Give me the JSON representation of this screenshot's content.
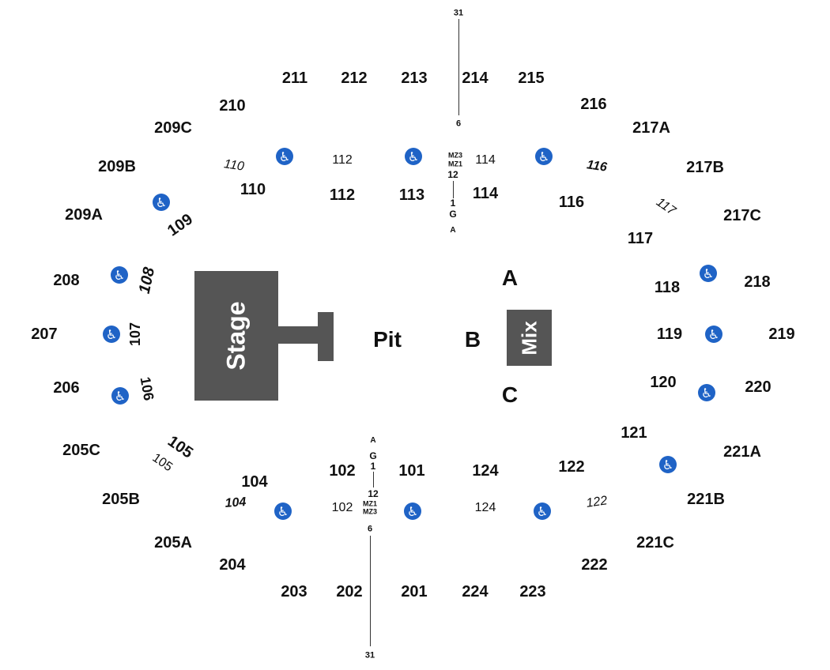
{
  "stage": {
    "label": "Stage"
  },
  "pit": {
    "label": "Pit"
  },
  "mix": {
    "label": "Mix"
  },
  "floor": {
    "a": "A",
    "b": "B",
    "c": "C"
  },
  "top_marker": {
    "top": "31",
    "six": "6",
    "mz3": "MZ3",
    "mz1": "MZ1",
    "twelve": "12",
    "one": "1",
    "g": "G",
    "a": "A"
  },
  "bottom_marker": {
    "a": "A",
    "g": "G",
    "one": "1",
    "twelve": "12",
    "mz1": "MZ1",
    "mz3": "MZ3",
    "six": "6",
    "bottom": "31"
  },
  "sections_upper": {
    "s211": "211",
    "s212": "212",
    "s213": "213",
    "s214": "214",
    "s215": "215",
    "s216": "216",
    "s210": "210",
    "s209c": "209C",
    "s209b": "209B",
    "s209a": "209A",
    "s217a": "217A",
    "s217b": "217B",
    "s217c": "217C",
    "s208": "208",
    "s207": "207",
    "s206": "206",
    "s218": "218",
    "s219": "219",
    "s220": "220",
    "s205c": "205C",
    "s205b": "205B",
    "s205a": "205A",
    "s204": "204",
    "s203": "203",
    "s202": "202",
    "s201": "201",
    "s224": "224",
    "s223": "223",
    "s222": "222",
    "s221c": "221C",
    "s221b": "221B",
    "s221a": "221A"
  },
  "sections_lower": {
    "s110": "110",
    "s110i": "110",
    "s112": "112",
    "s112i": "112",
    "s113": "113",
    "s114": "114",
    "s114i": "114",
    "s116": "116",
    "s116i": "116",
    "s117": "117",
    "s117i": "117",
    "s109": "109",
    "s108": "108",
    "s107": "107",
    "s106": "106",
    "s105": "105",
    "s105i": "105",
    "s104": "104",
    "s104i": "104",
    "s102": "102",
    "s102i": "102",
    "s101": "101",
    "s124": "124",
    "s124i": "124",
    "s122": "122",
    "s122i": "122",
    "s121": "121",
    "s120": "120",
    "s119": "119",
    "s118": "118"
  },
  "icons": {
    "accessible": "wheelchair-icon",
    "accessible_color": "#1f63c6"
  }
}
